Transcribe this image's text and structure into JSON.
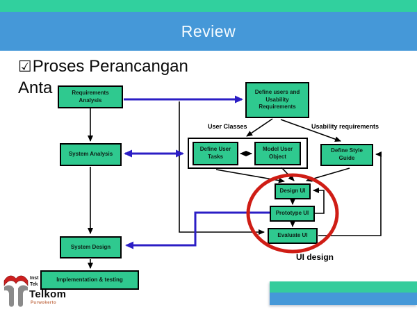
{
  "slide": {
    "title": "Review",
    "heading": {
      "checkbox": "☑",
      "line1": "Proses Perancangan",
      "line2": "Anta"
    }
  },
  "flowchart": {
    "boxes": {
      "requirements_analysis": "Requirements Analysis",
      "system_analysis": "System Analysis",
      "define_users": "Define users and Usability Requirements",
      "define_user_tasks": "Define User Tasks",
      "model_user_object": "Model User Object",
      "define_style_guide": "Define Style Guide",
      "design_ui": "Design UI",
      "prototype_ui": "Prototype UI",
      "evaluate_ui": "Evaluate UI",
      "system_design": "System Design",
      "implementation_testing": "Implementation & testing"
    },
    "edge_labels": {
      "user_classes": "User Classes",
      "usability_requirements": "Usability requirements",
      "ui_design": "UI design"
    }
  },
  "logo": {
    "institute_fragment_1": "Inst",
    "institute_fragment_2": "Tek",
    "name": "Telkom",
    "city": "Purwokerto"
  },
  "colors": {
    "top_bar_green": "#31d09e",
    "title_bar_blue": "#4598d8",
    "box_green": "#2fc98f",
    "connector_blue": "#2b1dc5",
    "highlight_red": "#cf1d15"
  }
}
